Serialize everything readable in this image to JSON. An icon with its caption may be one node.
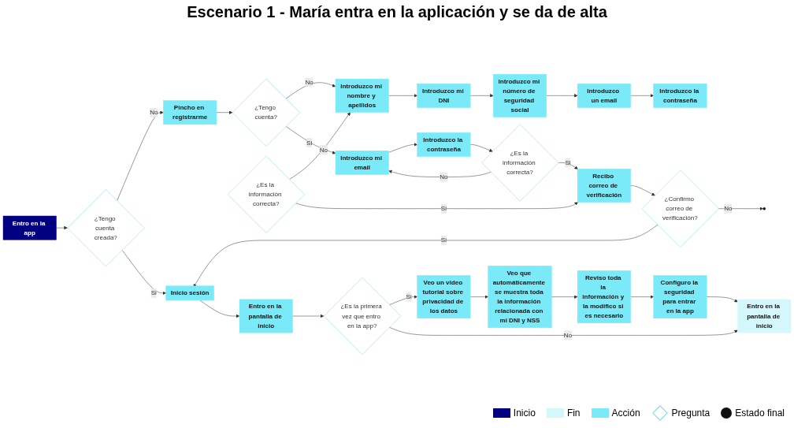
{
  "diagram": {
    "title": "Escenario 1 - María entra en la aplicación y se da de alta",
    "nodes": [
      {
        "text": [
          "Entro en la app"
        ]
      },
      {
        "text": [
          "¿Tengo cuenta creada?"
        ]
      },
      {
        "text": [
          "Pincho en registrarme"
        ]
      },
      {
        "text": [
          "¿Tengo cuenta?"
        ]
      },
      {
        "text": [
          "Introduzco mi nombre y apellidos"
        ]
      },
      {
        "text": [
          "Introduzco mi DNI"
        ]
      },
      {
        "text": [
          "Introduzco mi número de seguridad social"
        ]
      },
      {
        "text": [
          "Introduzco un email"
        ]
      },
      {
        "text": [
          "Introduzco la contraseña"
        ]
      },
      {
        "text": [
          "¿Es la información correcta?"
        ]
      },
      {
        "text": [
          "Introduzco mi email"
        ]
      },
      {
        "text": [
          "Introduzco la contraseña"
        ]
      },
      {
        "text": [
          "¿Es la información correcta?"
        ]
      },
      {
        "text": [
          "Recibo correo de verificación"
        ]
      },
      {
        "text": [
          "¿Confirmo correo de verificación?"
        ]
      },
      {
        "text": [],
        "shape": "circle"
      },
      {
        "text": [
          "Inicio sesión"
        ]
      },
      {
        "text": [
          "Entro en la pantalla de inicio"
        ]
      },
      {
        "text": [
          "¿Es la primera vez que entro en la app?"
        ]
      },
      {
        "text": [
          "Veo un video tutorial sobre privacidad de los datos"
        ]
      },
      {
        "text": [
          "Veo que automáticamente se muestra toda la información relacionada con mi DNI y NSS"
        ]
      },
      {
        "text": [
          "Reviso toda la información y la modifico si es necesario"
        ]
      },
      {
        "text": [
          "Configuro la seguridad para entrar en la app"
        ]
      },
      {
        "text": [
          "Entro en la pantalla de inicio"
        ]
      }
    ],
    "edges": [
      {
        "from": 0,
        "to": 1,
        "arrow": "to"
      },
      {
        "from": 1,
        "to": 2,
        "arrow": "to",
        "label": "No"
      },
      {
        "from": 1,
        "to": 16,
        "arrow": "to",
        "label": "Si"
      },
      {
        "from": 2,
        "to": 3,
        "arrow": "to"
      },
      {
        "from": 3,
        "to": 4,
        "arrow": "to",
        "label": "No"
      },
      {
        "from": 3,
        "to": 10,
        "arrow": "to",
        "label": "Si"
      },
      {
        "from": 4,
        "to": 5,
        "arrow": "to"
      },
      {
        "from": 5,
        "to": 6,
        "arrow": "to"
      },
      {
        "from": 6,
        "to": 7,
        "arrow": "to"
      },
      {
        "from": 7,
        "to": 8,
        "arrow": "to"
      },
      {
        "from": 9,
        "to": 4,
        "arrow": "to",
        "label": "No"
      },
      {
        "from": 9,
        "to": 13,
        "arrow": "to",
        "label": "Si"
      },
      {
        "from": 10,
        "to": 11,
        "arrow": "to"
      },
      {
        "from": 11,
        "to": 12,
        "arrow": "to"
      },
      {
        "from": 12,
        "to": 10,
        "arrow": "to",
        "label": "No"
      },
      {
        "from": 12,
        "to": 13,
        "arrow": "to",
        "label": "Si"
      },
      {
        "from": 13,
        "to": 14,
        "arrow": "to"
      },
      {
        "from": 14,
        "to": 16,
        "arrow": "to",
        "label": "Si"
      },
      {
        "from": 14,
        "to": 15,
        "arrow": "to",
        "label": "No"
      },
      {
        "from": 16,
        "to": 17,
        "arrow": "to"
      },
      {
        "from": 17,
        "to": 18,
        "arrow": "to"
      },
      {
        "from": 18,
        "to": 19,
        "arrow": "to",
        "label": "Si"
      },
      {
        "from": 18,
        "to": 23,
        "arrow": "to",
        "label": "No"
      },
      {
        "from": 19,
        "to": 20,
        "arrow": "to"
      },
      {
        "from": 20,
        "to": 21,
        "arrow": "to"
      },
      {
        "from": 21,
        "to": 22,
        "arrow": "to"
      },
      {
        "from": 22,
        "to": 23,
        "arrow": "to"
      }
    ],
    "legend": [
      {
        "text": "Inicio",
        "color": "#000080"
      },
      {
        "text": "Fin",
        "color": "#d4f7fc"
      },
      {
        "text": "Acción",
        "color": "#7aeaf8"
      },
      {
        "text": "Pregunta"
      },
      {
        "text": "Estado final"
      }
    ]
  }
}
